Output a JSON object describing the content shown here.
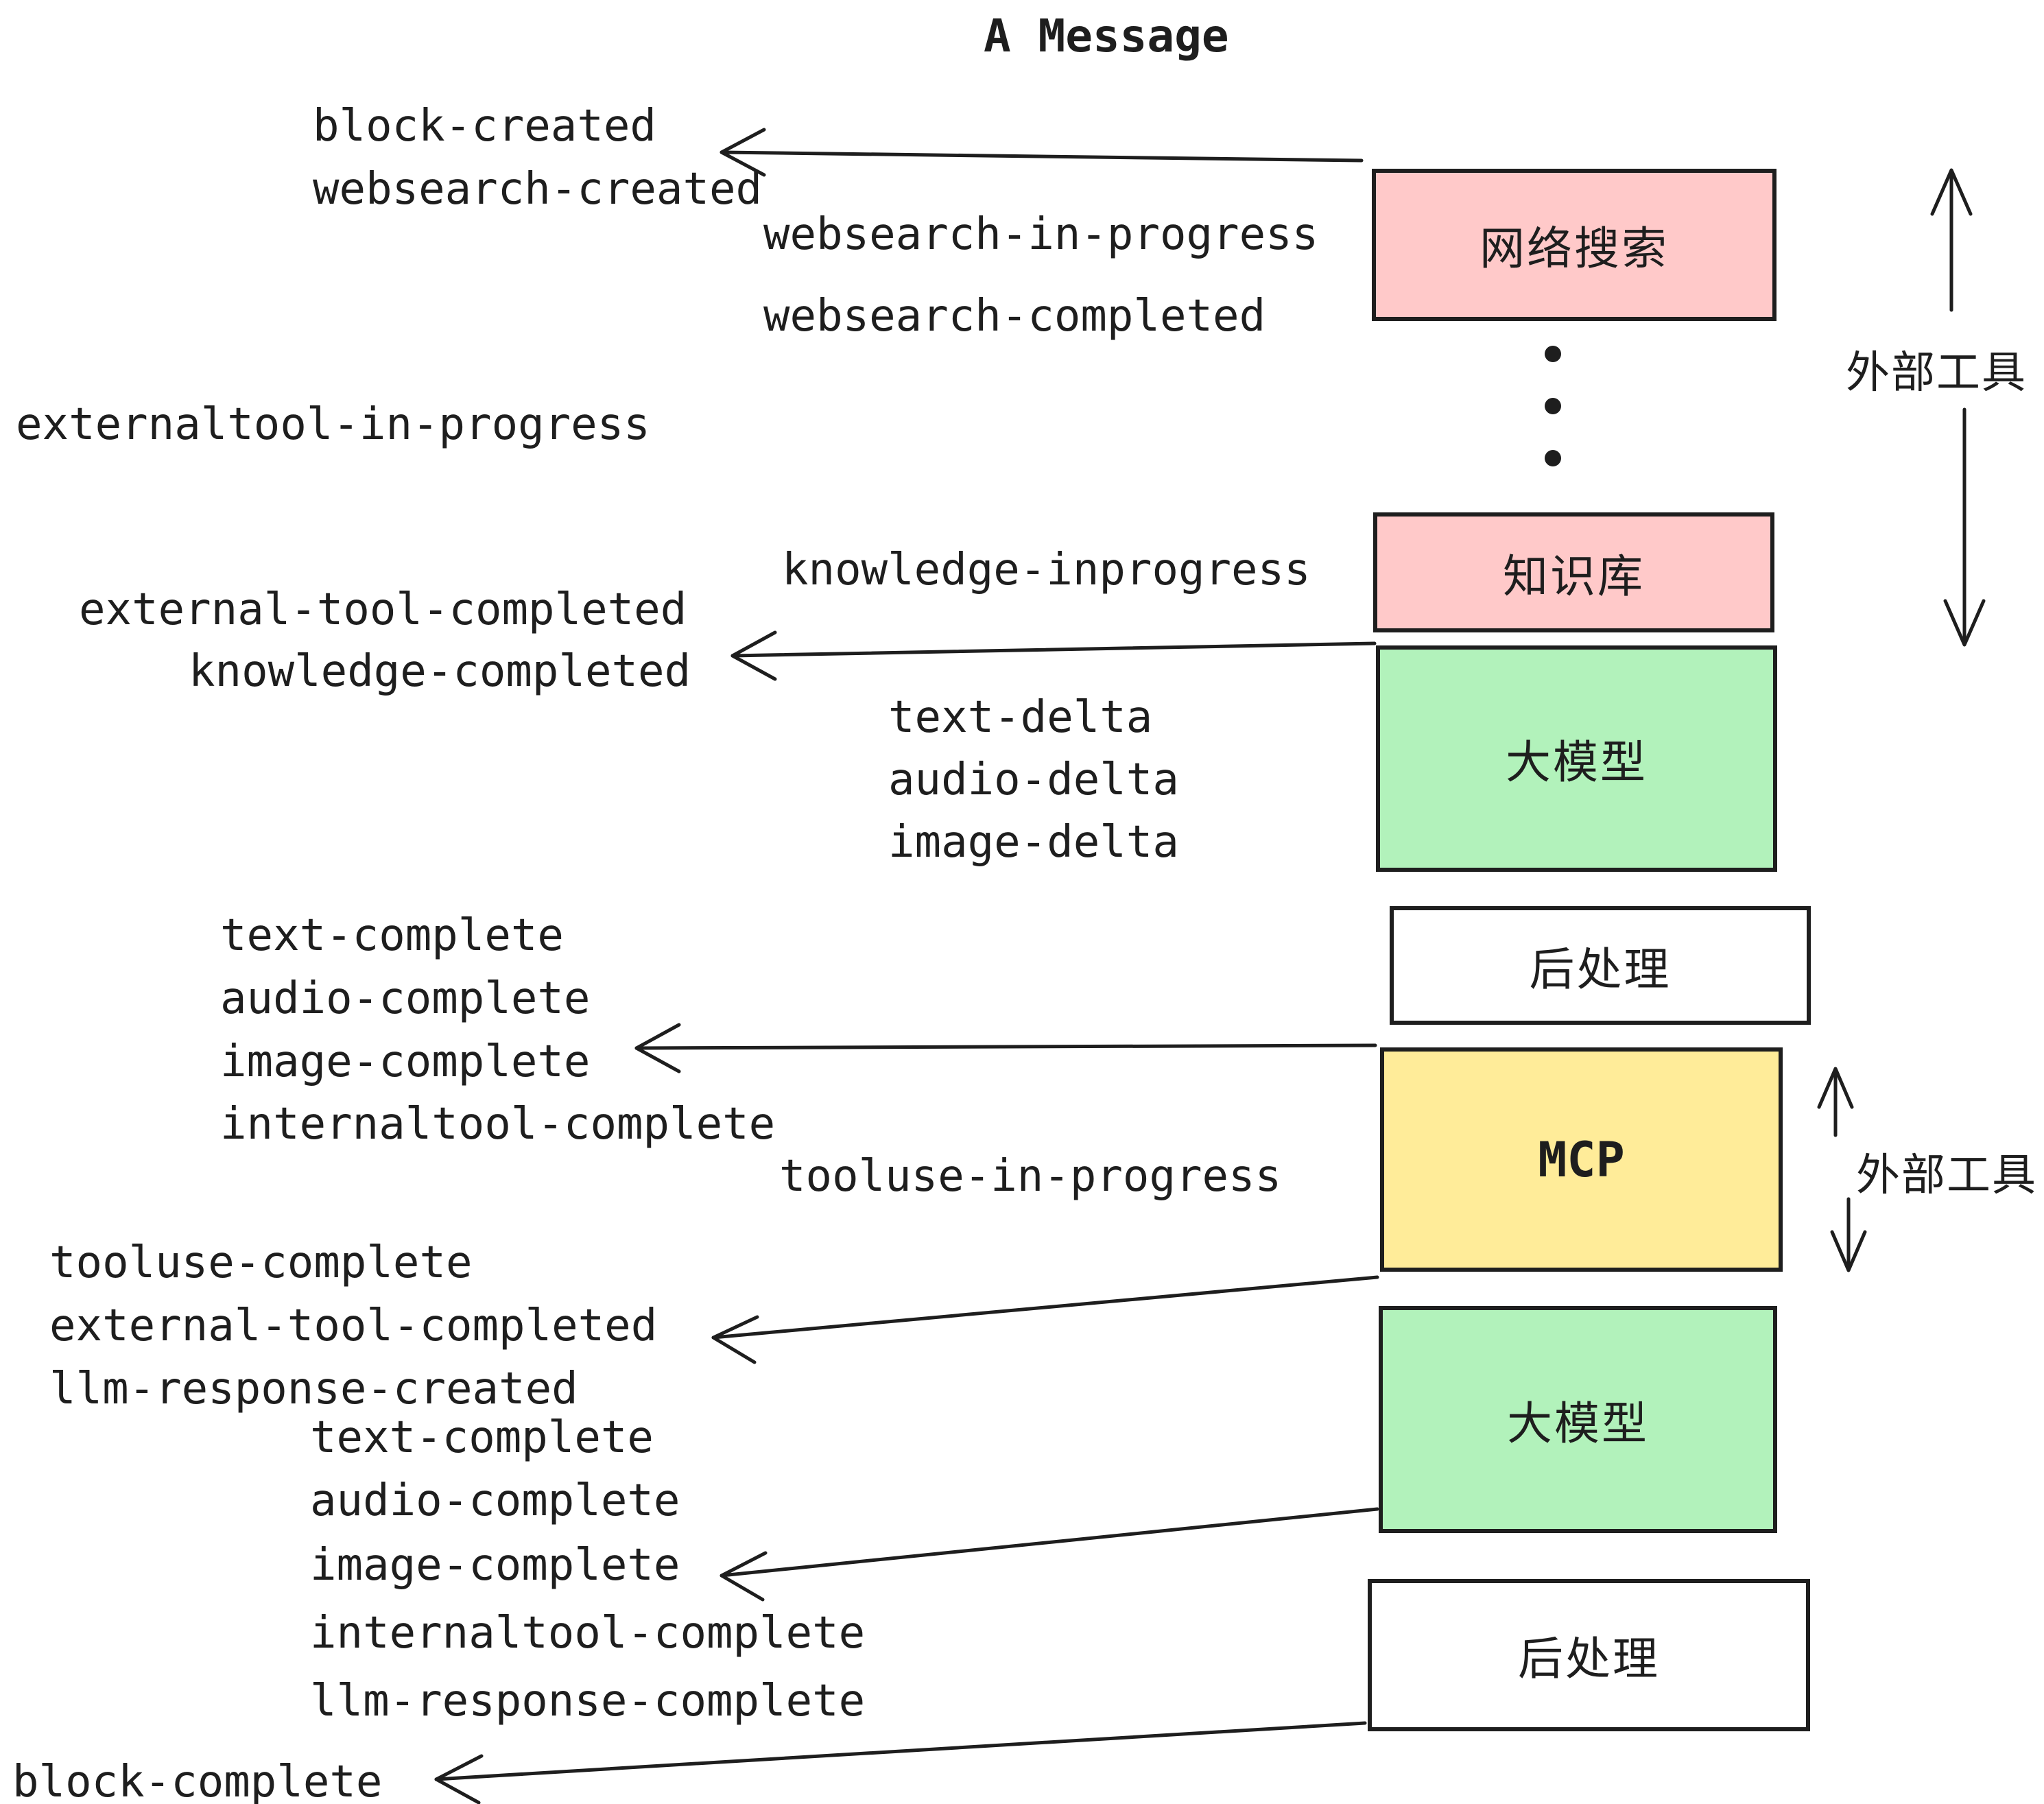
{
  "title": "A Message",
  "colors": {
    "pink": "#ffc9c9",
    "green": "#b2f2bb",
    "yellow": "#ffec99",
    "white": "#ffffff",
    "stroke": "#1e1e1e"
  },
  "boxes": [
    {
      "id": "websearch",
      "label": "网络搜索",
      "fill": "pink"
    },
    {
      "id": "knowledge",
      "label": "知识库",
      "fill": "pink"
    },
    {
      "id": "llm-1",
      "label": "大模型",
      "fill": "green"
    },
    {
      "id": "postprocess-1",
      "label": "后处理",
      "fill": "white"
    },
    {
      "id": "mcp",
      "label": "MCP",
      "fill": "yellow"
    },
    {
      "id": "llm-2",
      "label": "大模型",
      "fill": "green"
    },
    {
      "id": "postprocess-2",
      "label": "后处理",
      "fill": "white"
    }
  ],
  "events": [
    {
      "id": "block-created",
      "text": "block-created"
    },
    {
      "id": "websearch-created",
      "text": "websearch-created"
    },
    {
      "id": "websearch-in-progress",
      "text": "websearch-in-progress"
    },
    {
      "id": "websearch-completed",
      "text": "websearch-completed"
    },
    {
      "id": "externaltool-in-progress",
      "text": "externaltool-in-progress"
    },
    {
      "id": "knowledge-inprogress",
      "text": "knowledge-inprogress"
    },
    {
      "id": "external-tool-completed-1",
      "text": "external-tool-completed"
    },
    {
      "id": "knowledge-completed",
      "text": "knowledge-completed"
    },
    {
      "id": "text-delta-1",
      "text": "text-delta"
    },
    {
      "id": "audio-delta-1",
      "text": "audio-delta"
    },
    {
      "id": "image-delta-1",
      "text": "image-delta"
    },
    {
      "id": "text-complete-1",
      "text": "text-complete"
    },
    {
      "id": "audio-complete-1",
      "text": "audio-complete"
    },
    {
      "id": "image-complete-1",
      "text": "image-complete"
    },
    {
      "id": "internaltool-complete-1",
      "text": "internaltool-complete"
    },
    {
      "id": "tooluse-in-progress",
      "text": "tooluse-in-progress"
    },
    {
      "id": "tooluse-complete",
      "text": "tooluse-complete"
    },
    {
      "id": "external-tool-completed-2",
      "text": "external-tool-completed"
    },
    {
      "id": "llm-response-created",
      "text": "llm-response-created"
    },
    {
      "id": "text-complete-2",
      "text": "text-complete"
    },
    {
      "id": "audio-complete-2",
      "text": "audio-complete"
    },
    {
      "id": "image-complete-2",
      "text": "image-complete"
    },
    {
      "id": "internaltool-complete-2",
      "text": "internaltool-complete"
    },
    {
      "id": "llm-response-complete",
      "text": "llm-response-complete"
    },
    {
      "id": "block-complete",
      "text": "block-complete"
    }
  ],
  "side_labels": [
    {
      "id": "external-tools-1",
      "text": "外部工具"
    },
    {
      "id": "external-tools-2",
      "text": "外部工具"
    }
  ]
}
